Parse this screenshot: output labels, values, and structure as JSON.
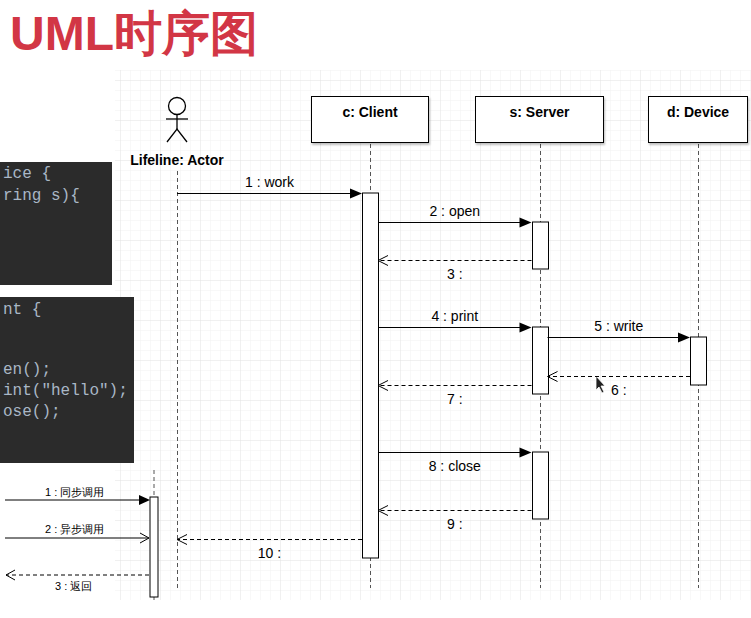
{
  "diagram": {
    "title": "UML时序图",
    "nodes": [
      {
        "text": [
          "Lifeline: Actor"
        ]
      },
      {
        "text": [
          "c: Client"
        ]
      },
      {
        "text": [
          "s: Server"
        ]
      },
      {
        "text": [
          "d: Device"
        ]
      },
      {
        "text": [
          "ice {",
          "ring s){"
        ]
      },
      {
        "text": [
          "nt {",
          "en();",
          "int(\"hello\");",
          "ose();"
        ]
      }
    ],
    "edges": [
      {
        "from": 0,
        "to": 1,
        "label": "1 : work",
        "arrow": "to"
      },
      {
        "from": 1,
        "to": 2,
        "label": "2 : open",
        "arrow": "to"
      },
      {
        "from": 2,
        "to": 1,
        "label": "3 :",
        "arrow": "to"
      },
      {
        "from": 1,
        "to": 2,
        "label": "4 : print",
        "arrow": "to"
      },
      {
        "from": 2,
        "to": 3,
        "label": "5 : write",
        "arrow": "to"
      },
      {
        "from": 3,
        "to": 2,
        "label": "6 :",
        "arrow": "to"
      },
      {
        "from": 2,
        "to": 1,
        "label": "7 :",
        "arrow": "to"
      },
      {
        "from": 1,
        "to": 2,
        "label": "8 : close",
        "arrow": "to"
      },
      {
        "from": 2,
        "to": 1,
        "label": "9 :",
        "arrow": "to"
      },
      {
        "from": 1,
        "to": 0,
        "label": "10 :",
        "arrow": "to"
      }
    ],
    "legend": [
      {
        "text": "1 : 同步调用"
      },
      {
        "text": "2 : 异步调用"
      },
      {
        "text": "3 : 返回"
      }
    ]
  }
}
